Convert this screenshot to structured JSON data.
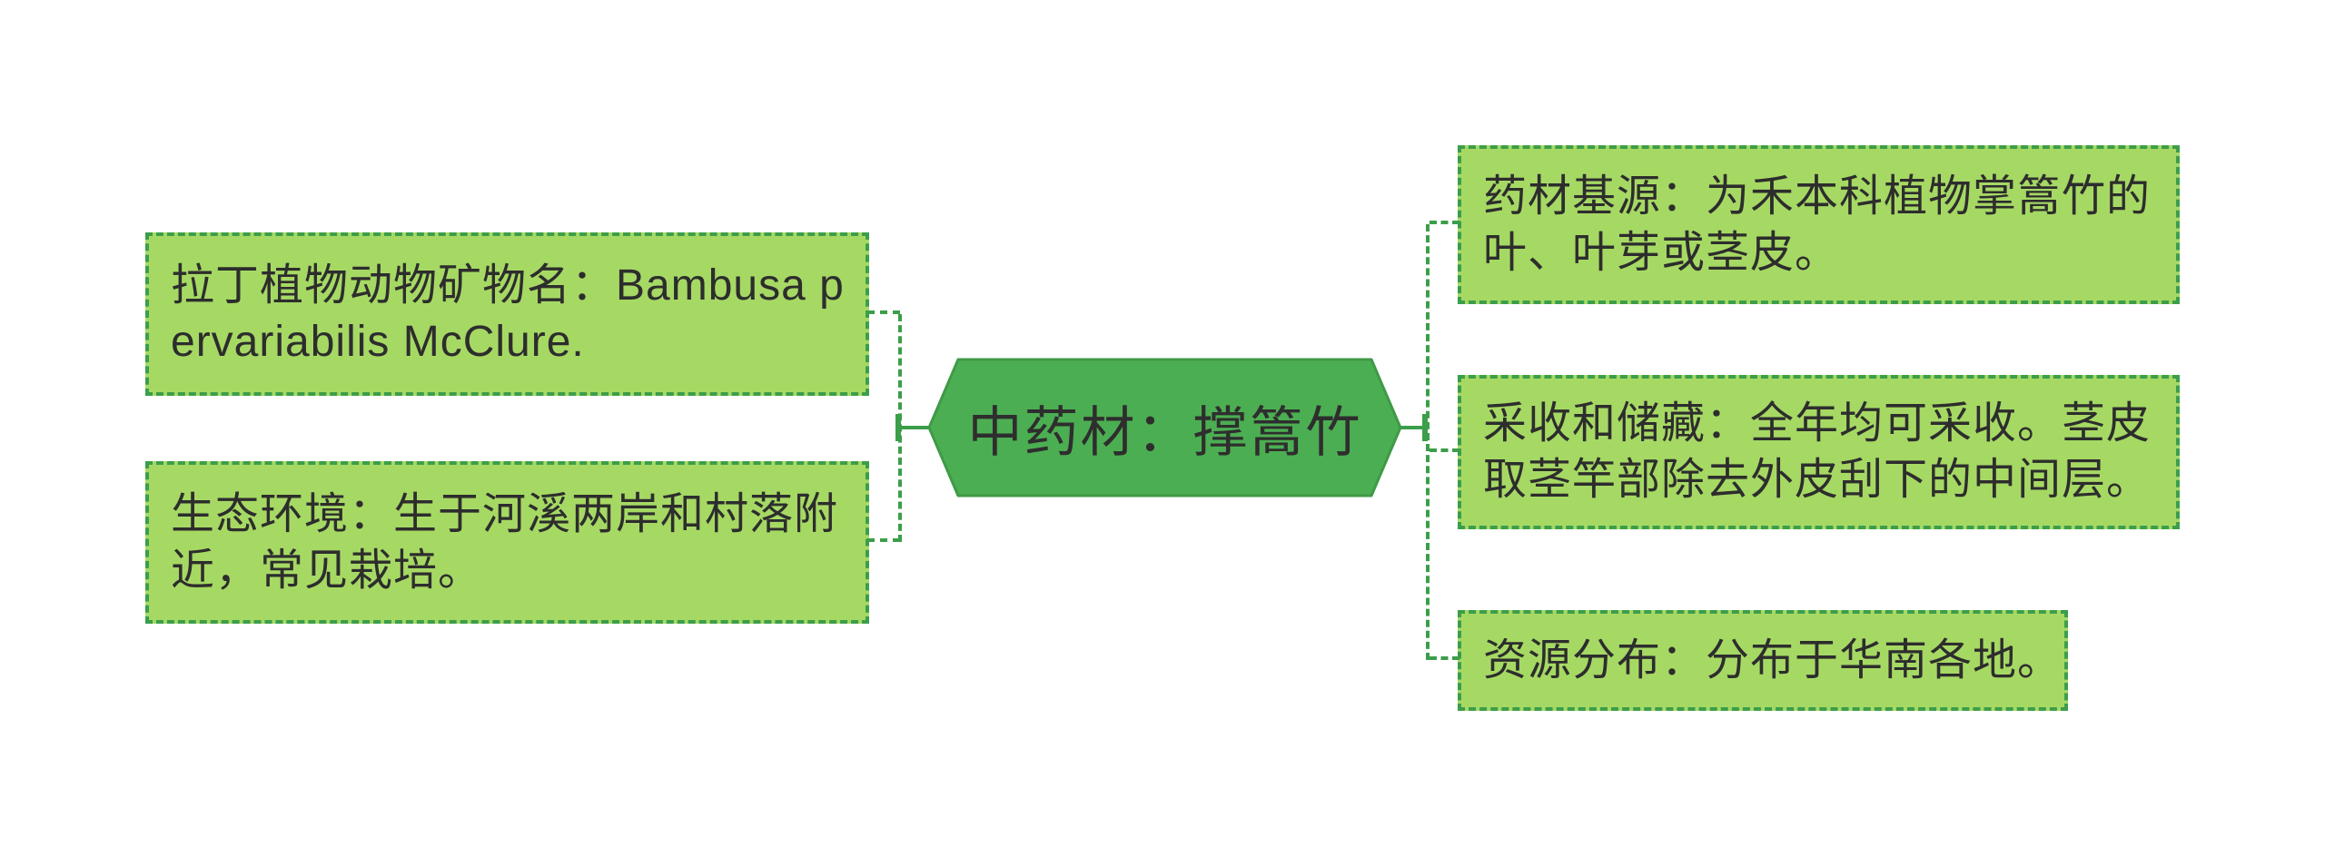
{
  "colors": {
    "background": "#FFFFFF",
    "leaf_node_fill": "#A6D964",
    "leaf_node_border": "#3C9E4A",
    "center_node_fill": "#4CAE52",
    "center_node_border": "#3F9A47",
    "connector": "#3C9E4A",
    "text": "#2D2D2D"
  },
  "center": {
    "label": "中药材：撑篙竹"
  },
  "left_nodes": [
    {
      "id": "latin-name",
      "text": "拉丁植物动物矿物名：Bambusa pervariabilis McClure.",
      "lines": [
        "拉丁植物动物矿物名：Bambusa p",
        "ervariabilis McClure."
      ]
    },
    {
      "id": "ecology",
      "text": "生态环境：生于河溪两岸和村落附近，常见栽培。",
      "lines": [
        "生态环境：生于河溪两岸和村落附",
        "近，常见栽培。"
      ]
    }
  ],
  "right_nodes": [
    {
      "id": "source",
      "text": "药材基源：为禾本科植物掌篙竹的叶、叶芽或茎皮。",
      "lines": [
        "药材基源：为禾本科植物掌篙竹的",
        "叶、叶芽或茎皮。"
      ]
    },
    {
      "id": "harvest-storage",
      "text": "采收和储藏：全年均可采收。茎皮取茎竿部除去外皮刮下的中间层。",
      "lines": [
        "采收和储藏：全年均可采收。茎皮",
        "取茎竿部除去外皮刮下的中间层。"
      ]
    },
    {
      "id": "distribution",
      "text": "资源分布：分布于华南各地。",
      "lines": [
        "资源分布：分布于华南各地。"
      ]
    }
  ]
}
